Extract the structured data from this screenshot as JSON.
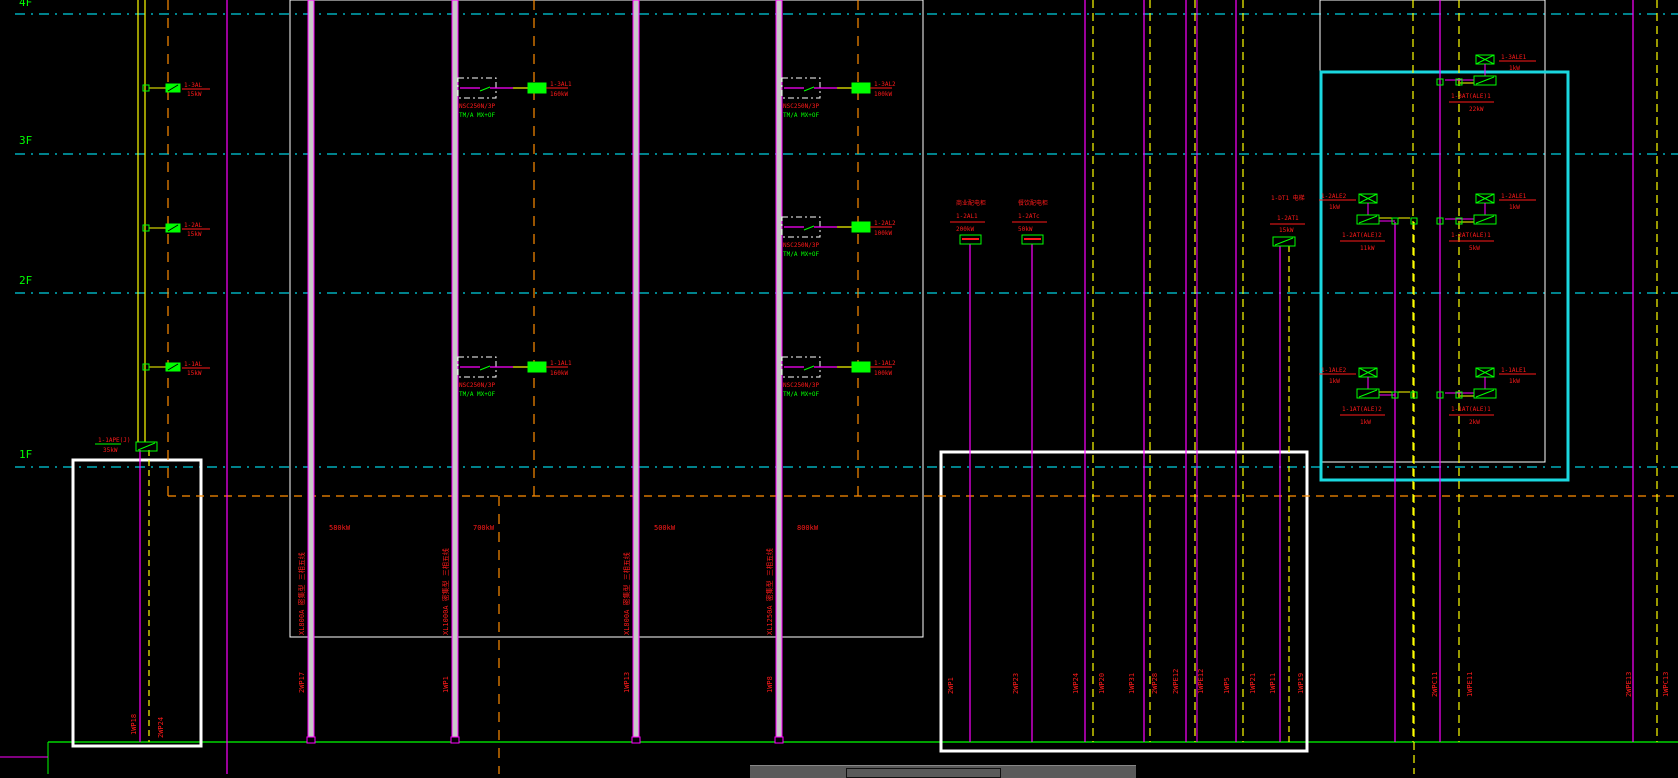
{
  "app": {
    "type": "CAD electrical riser diagram viewer"
  },
  "colors": {
    "background": "#000000",
    "floor_line": "#00d0e0",
    "busway": "#c8c8c8",
    "busway_border": "#ff00ff",
    "cable": "#ff00ff",
    "yellow_line": "#ffff00",
    "orange_dash": "#ff8c00",
    "green": "#00ff00",
    "label_red": "#ff1a1a",
    "frame_white": "#ffffff",
    "highlight_cyan": "#1ad8e0"
  },
  "floors": [
    {
      "label": "4F"
    },
    {
      "label": "3F"
    },
    {
      "label": "2F"
    },
    {
      "label": "1F"
    }
  ],
  "left_column": {
    "panels": [
      {
        "id": "1-3AL",
        "power": "15kW"
      },
      {
        "id": "1-2AL",
        "power": "15kW"
      },
      {
        "id": "1-1AL",
        "power": "15kW"
      }
    ],
    "ground_panel": {
      "id": "1-1APE(J)",
      "power": "35kW"
    }
  },
  "busways": [
    {
      "name": "XL800A 密集型 三相五线",
      "rating": "580kW",
      "feeder": "2WP17"
    },
    {
      "name": "XL1000A 密集型 三相五线",
      "rating": "700kW",
      "feeder": "1WP1"
    },
    {
      "name": "XL800A 密集型 三相五线",
      "rating": "500kW",
      "feeder": "1WP13"
    },
    {
      "name": "XL1250A 密集型 三相五线",
      "rating": "800kW",
      "feeder": "1WP8"
    }
  ],
  "plug_boxes": [
    {
      "breaker": "NSC250N/3P",
      "spec": "TM/A MX+OF"
    },
    {
      "breaker": "NSC250N/3P",
      "spec": "TM/A MX+OF"
    },
    {
      "breaker": "NSC250N/3P",
      "spec": "TM/A MX+OF"
    },
    {
      "breaker": "NSC250N/3P",
      "spec": "TM/A MX+OF"
    },
    {
      "breaker": "NSC250N/3P",
      "spec": "TM/A MX+OF"
    },
    {
      "breaker": "NSC250N/3P",
      "spec": "TM/A MX+OF"
    }
  ],
  "distribution_boxes": [
    {
      "id": "1-3AL1",
      "power": "160kW"
    },
    {
      "id": "1-1AL1",
      "power": "160kW"
    },
    {
      "id": "1-3AL2",
      "power": "100kW"
    },
    {
      "id": "1-2AL2",
      "power": "100kW"
    },
    {
      "id": "1-1AL2",
      "power": "100kW"
    }
  ],
  "middle_panels": [
    {
      "title": "商业配电柜",
      "id": "1-2AL1",
      "power": "200kW"
    },
    {
      "title": "餐饮配电柜",
      "id": "1-2ATc",
      "power": "50kW"
    },
    {
      "title": "1-DT1 电梯",
      "id": "1-2AT1",
      "power": "15kW"
    }
  ],
  "emergency_panels": [
    {
      "id": "1-3ALE1",
      "power": "1kW"
    },
    {
      "id": "1-3AT(ALE)1",
      "power": "22kW"
    },
    {
      "id": "1-2ALE2",
      "power": "1kW"
    },
    {
      "id": "1-2AT(ALE)2",
      "power": "11kW"
    },
    {
      "id": "1-2ALE1",
      "power": "1kW"
    },
    {
      "id": "1-2AT(ALE)1",
      "power": "5kW"
    },
    {
      "id": "1-1ALE2",
      "power": "1kW"
    },
    {
      "id": "1-1AT(ALE)2",
      "power": "1kW"
    },
    {
      "id": "1-1ALE1",
      "power": "1kW"
    },
    {
      "id": "1-1AT(ALE)1",
      "power": "2kW"
    }
  ],
  "feeder_labels": {
    "left_box": [
      "1WP18",
      "2WP24"
    ],
    "middle_box": [
      "2WP1",
      "2WP23",
      "1WP24",
      "1WP20",
      "1WP31",
      "2WP28",
      "2WPE12",
      "1WPE12",
      "1WP5",
      "1WP21",
      "1WP11",
      "1WP19"
    ],
    "right": [
      "2WPC11",
      "1WPE11",
      "2WPE13",
      "1WPC13"
    ]
  },
  "status_bar": {
    "field": ""
  }
}
